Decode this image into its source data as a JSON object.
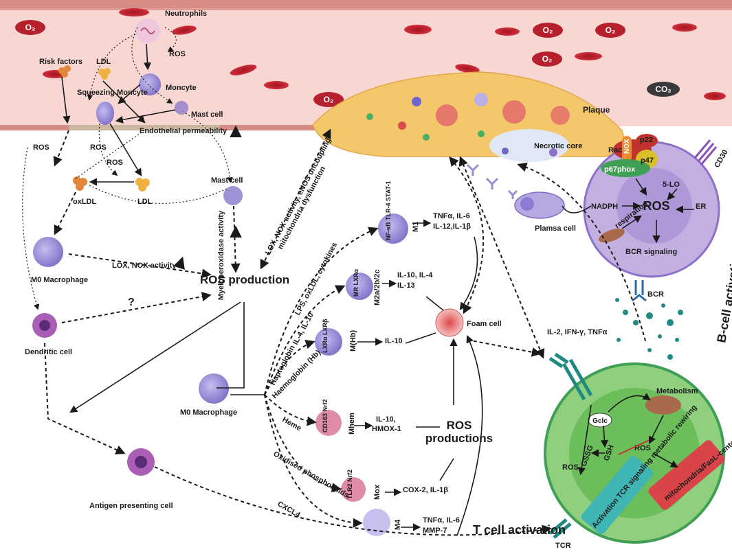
{
  "gas": {
    "o2": "O₂",
    "co2": "CO₂"
  },
  "vessel": {
    "neutrophils": "Neutrophils",
    "ros": "ROS",
    "risk_factors": "Risk factors",
    "ldl": "LDL",
    "moncyte": "Moncyte",
    "squeezing_moncyte": "Squeezing Moncyte",
    "mast_cell": "Mast cell",
    "endothelial_permeability": "Endothelial permeability",
    "oxldl": "oxLDL",
    "m0_macrophage": "M0 Macrophage",
    "lox_nox_activity": "LOX, NOX activity",
    "myeloperoxidase_activity": "Myeloperoxidase activity",
    "ros_production": "ROS production",
    "question": "?",
    "dendritic_cell": "Dendritic cell",
    "antigen_presenting_cell": "Antigen presenting cell"
  },
  "plaque": {
    "plaque": "Plaque",
    "necrotic_core": "Necrotic core",
    "lox_line1": "LOX, NOX activity, eNOS uncoupling",
    "lox_line2": "mitochondria dysfunction",
    "plasma_cell": "Plamsa cell"
  },
  "macrophages": {
    "m1_markers": "NF-κB TLR-4 STAT-1",
    "m1": "M1",
    "m1_out1": "TNFα, IL-6",
    "m1_out2": "IL-12,IL-1β",
    "m2_markers": "MR LXRα",
    "m2": "M2a/2b/2c",
    "m2_out1": "IL-10, IL-4",
    "m2_out2": "IL-13",
    "mhb_markers": "LXRα LXRβ",
    "mhb": "M(Hb)",
    "mhb_out": "IL-10",
    "mhem_markers": "CD163 Nrf2",
    "mhem": "Mhem",
    "mhem_out1": "IL-10,",
    "mhem_out2": "HMOX-1",
    "mox_markers": "TLR2 Nrf2",
    "mox": "Mox",
    "mox_out": "COX-2, IL-1β",
    "m4": "M4",
    "m4_out1": "TNFα, IL-6",
    "m4_out2": "MMP-7",
    "foam_cell": "Foam cell",
    "ros_productions_1": "ROS",
    "ros_productions_2": "productions",
    "stim_lps": "LPS, oxLDL, cytokines",
    "stim_il4": "IL-4, IL-10",
    "stim_hapto": "Haptoglobin",
    "stim_haemo": "Haemoglobin (Hb)",
    "stim_heme": "Heme",
    "stim_oxpl": "Oxidised phospholipids",
    "stim_cxcl4": "CXCL4"
  },
  "bcell": {
    "nox_subunit": "NOX",
    "p22": "p22",
    "rac": "Rac",
    "p47": "p47",
    "p67phox": "p67phox",
    "cd30": "CD30",
    "five_lo": "5-LO",
    "nadph": "NADPH",
    "ros": "ROS",
    "er": "ER",
    "respiration": "respiration",
    "bcr_signaling": "BCR signaling",
    "bcr": "BCR",
    "title": "B-cell activation"
  },
  "tcell": {
    "cytokines": "IL-2, IFN-γ, TNFα",
    "metabolism": "Metabolism",
    "gclc": "Gclc",
    "gssg": "GSSG",
    "gsh": "GSH",
    "ros_a": "ROS",
    "ros_b": "ROS",
    "apoptosis": "mitochondria/FasL-centered apoptosis",
    "activation": "Activation TCR signaling metabolic rewiring",
    "tcr": "TCR",
    "title": "T cell activation"
  },
  "colors": {
    "vessel": "#f8d7d3",
    "rbc": "#c4202d",
    "plaque": "#f4c86a",
    "bcell": "#c3b0e0",
    "tcell": "#7fc672",
    "macrophage": "#9b8ad6",
    "teal": "#1f8a82"
  }
}
